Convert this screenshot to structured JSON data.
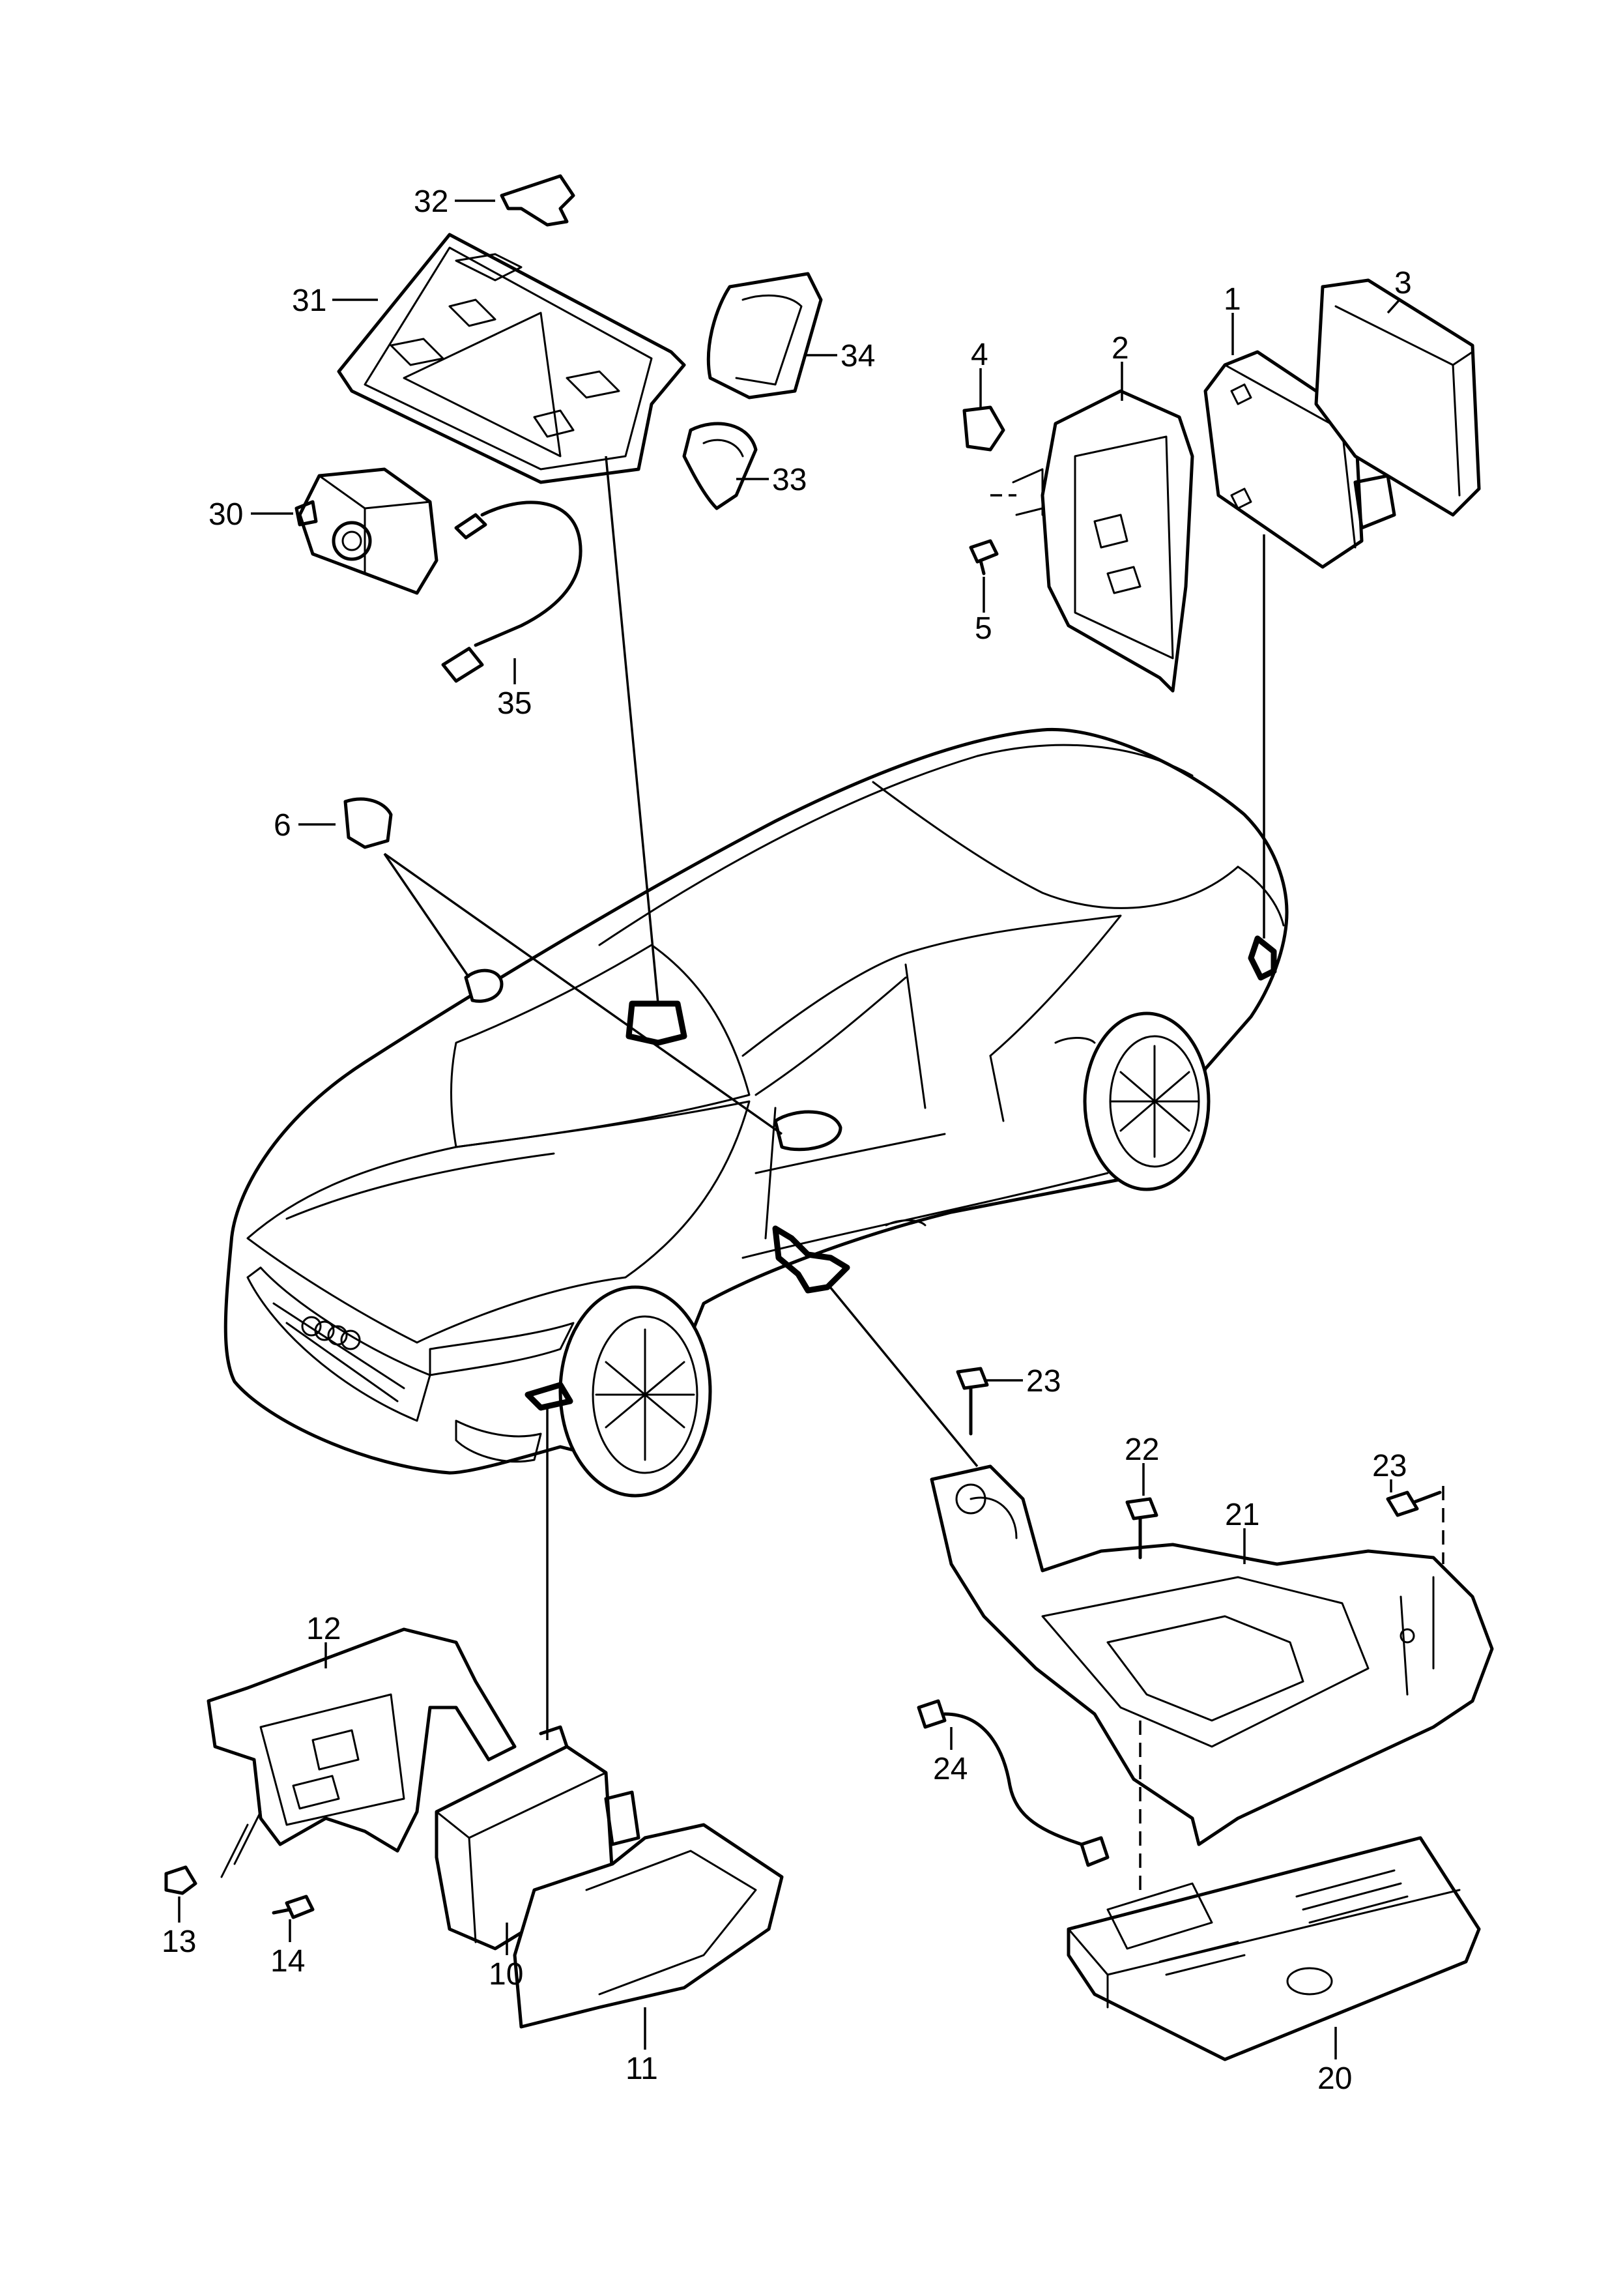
{
  "callouts": [
    "1",
    "2",
    "3",
    "4",
    "5",
    "6",
    "10",
    "11",
    "12",
    "13",
    "14",
    "20",
    "21",
    "22",
    "23",
    "23",
    "24",
    "30",
    "31",
    "32",
    "33",
    "34",
    "35"
  ]
}
